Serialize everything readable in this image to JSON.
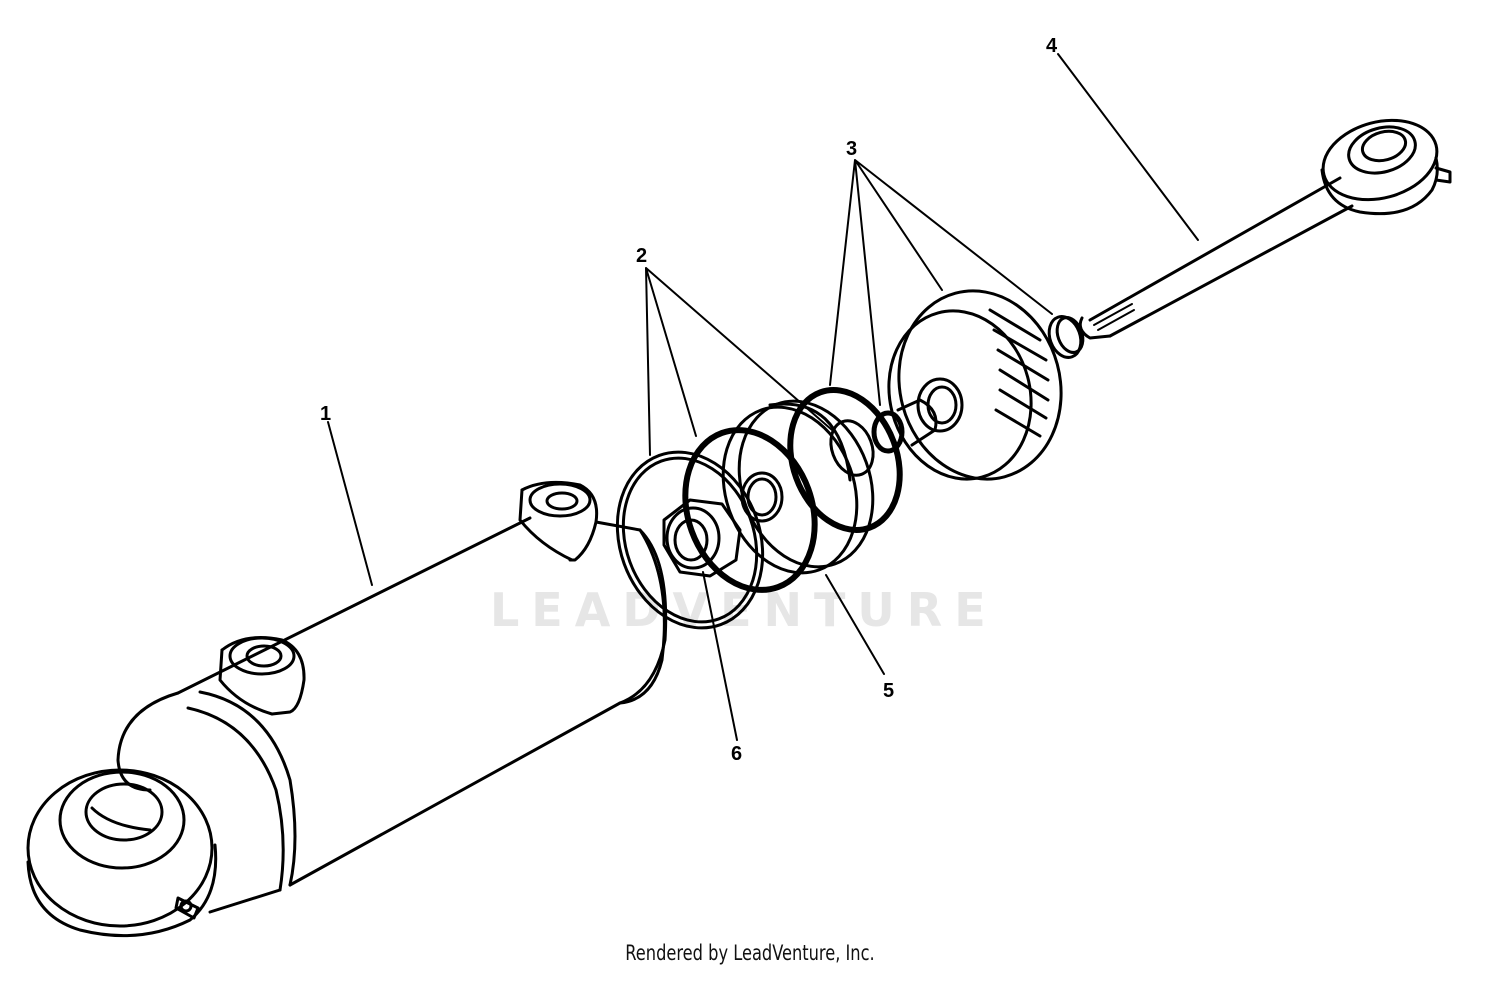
{
  "watermark": "LEADVENTURE",
  "footer": "Rendered by LeadVenture, Inc.",
  "callouts": [
    {
      "id": "1",
      "text": "1"
    },
    {
      "id": "2",
      "text": "2"
    },
    {
      "id": "3",
      "text": "3"
    },
    {
      "id": "4",
      "text": "4"
    },
    {
      "id": "5",
      "text": "5"
    },
    {
      "id": "6",
      "text": "6"
    }
  ]
}
